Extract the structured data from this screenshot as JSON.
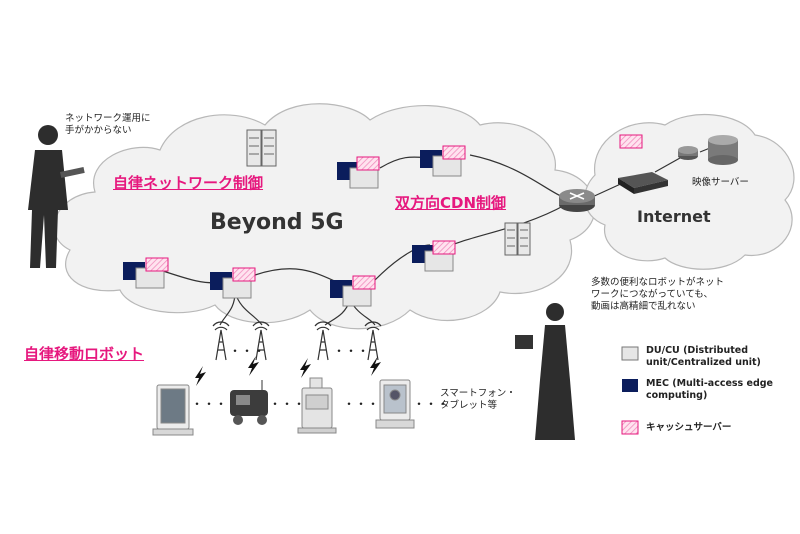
{
  "labels": {
    "beyond5g": "Beyond 5G",
    "internet": "Internet",
    "autonomous_network": "自律ネットワーク制御",
    "bidirectional_cdn": "双方向CDN制御",
    "autonomous_robot": "自律移動ロボット",
    "network_ops_line1": "ネットワーク運用に",
    "network_ops_line2": "手がかからない",
    "video_server": "映像サーバー",
    "robots_note_line1": "多数の便利なロボットがネット",
    "robots_note_line2": "ワークにつながっていても、",
    "robots_note_line3": "動画は高精細で乱れない",
    "smartphone_line1": "スマートフォン・",
    "smartphone_line2": "タブレット等",
    "dots": "・・・"
  },
  "legend": [
    {
      "key": "ducu",
      "line1": "DU/CU (Distributed",
      "line2": "unit/Centralized unit)",
      "color": "#e6e6e6"
    },
    {
      "key": "mec",
      "line1": "MEC (Multi-access edge",
      "line2": "computing)",
      "color": "#0b1d5c"
    },
    {
      "key": "cache",
      "line1": "キャッシュサーバー",
      "line2": "",
      "color": "#ff9ccb"
    }
  ],
  "colors": {
    "accent": "#e6187e",
    "mec": "#0b1d5c",
    "ducu": "#e6e6e6",
    "cloud": "#efefef"
  }
}
